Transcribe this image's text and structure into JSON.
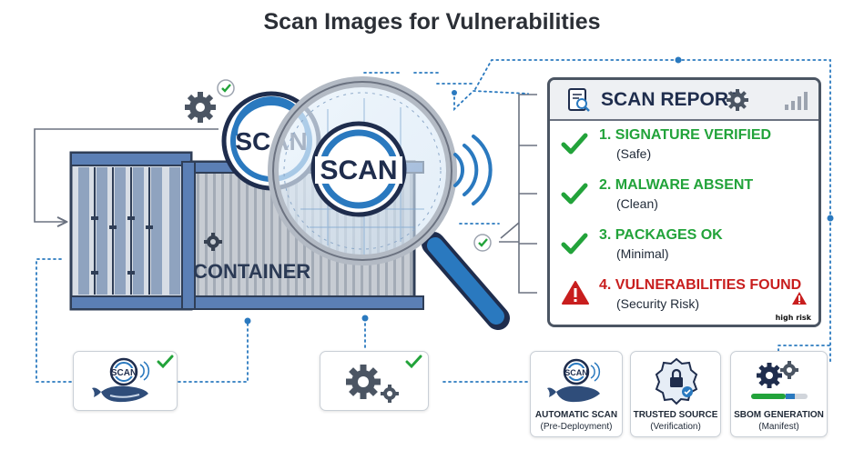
{
  "title": "Scan Images for Vulnerabilities",
  "scan_badge_back": "SCAN",
  "scan_badge_front": "SCAN",
  "container_label": "CONTAINER",
  "report": {
    "title": "SCAN REPORT",
    "items": [
      {
        "title": "1. SIGNATURE VERIFIED",
        "sub": "(Safe)",
        "status": "ok"
      },
      {
        "title": "2. MALWARE ABSENT",
        "sub": "(Clean)",
        "status": "ok"
      },
      {
        "title": "3. PACKAGES OK",
        "sub": "(Minimal)",
        "status": "ok"
      },
      {
        "title": "4. VULNERABILITIES FOUND",
        "sub": "(Security Risk)",
        "status": "risk"
      }
    ],
    "risk_badge": "high risk"
  },
  "cards": {
    "whale_scan_label": "SCAN",
    "automatic": {
      "badge": "SCAN",
      "label": "AUTOMATIC SCAN",
      "sub": "(Pre-Deployment)"
    },
    "trusted": {
      "label": "TRUSTED SOURCE",
      "sub": "(Verification)"
    },
    "sbom": {
      "label": "SBOM GENERATION",
      "sub": "(Manifest)"
    }
  },
  "colors": {
    "ok": "#22a33a",
    "risk": "#c81e1e",
    "accent": "#2a79bf",
    "dark": "#1f2d4d",
    "container": "#5b7fb5"
  }
}
